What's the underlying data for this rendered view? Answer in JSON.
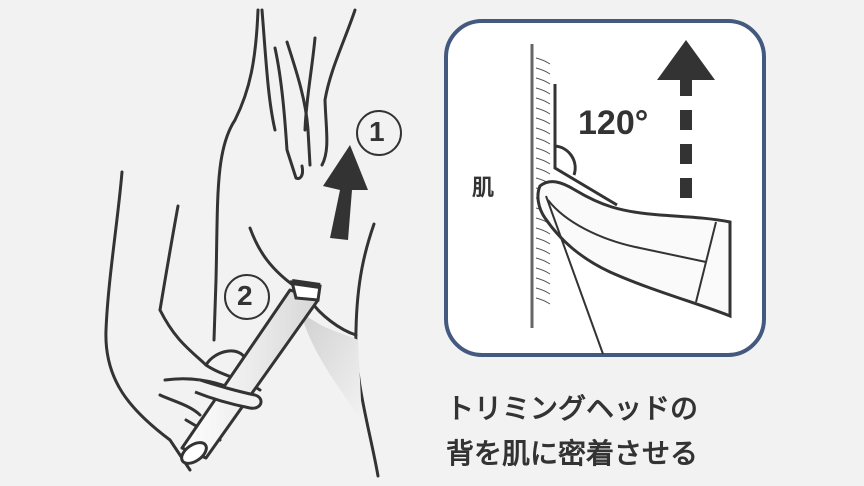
{
  "figure": {
    "step_markers": [
      {
        "number": "1",
        "label": "①"
      },
      {
        "number": "2",
        "label": "②"
      }
    ],
    "inset": {
      "angle_label": "120°",
      "skin_label": "肌",
      "border_color": "#44597f"
    },
    "caption": {
      "line1": "トリミングヘッドの",
      "line2": "背を肌に密着させる"
    },
    "colors": {
      "background": "#f2f2f2",
      "line": "#333333",
      "inset_fill": "#ffffff"
    }
  }
}
